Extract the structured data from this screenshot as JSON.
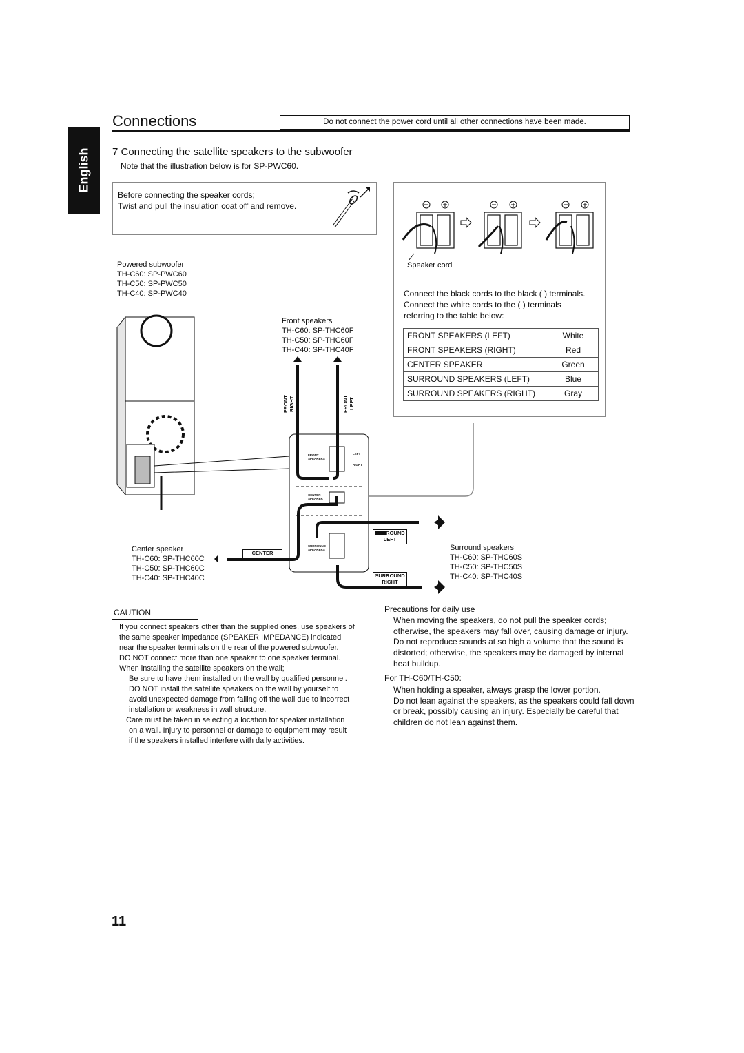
{
  "language_tab": "English",
  "header": {
    "title": "Connections",
    "notice": "Do not connect the power cord until all other connections have been made."
  },
  "section": {
    "heading": "7  Connecting the satellite speakers to the subwoofer",
    "note": "Note that the illustration below is for SP-PWC60."
  },
  "prep_box": {
    "line1": "Before connecting the speaker cords;",
    "line2": "Twist and pull the insulation coat off and remove."
  },
  "terminal_box": {
    "speaker_cord_label": "Speaker cord",
    "instr1": "Connect the black cords to the black ( ) terminals.",
    "instr2": "Connect the white cords to the  ( ) terminals",
    "instr3": "referring to the table below:",
    "table": [
      {
        "speaker": "FRONT SPEAKERS (LEFT)",
        "color": "White"
      },
      {
        "speaker": "FRONT SPEAKERS (RIGHT)",
        "color": "Red"
      },
      {
        "speaker": "CENTER SPEAKER",
        "color": "Green"
      },
      {
        "speaker": "SURROUND SPEAKERS (LEFT)",
        "color": "Blue"
      },
      {
        "speaker": "SURROUND SPEAKERS (RIGHT)",
        "color": "Gray"
      }
    ]
  },
  "subwoofer_label": [
    "Powered subwoofer",
    "TH-C60: SP-PWC60",
    "TH-C50: SP-PWC50",
    "TH-C40: SP-PWC40"
  ],
  "front_label": [
    "Front speakers",
    "TH-C60: SP-THC60F",
    "TH-C50: SP-THC60F",
    "TH-C40: SP-THC40F"
  ],
  "center_label": [
    "Center speaker",
    "TH-C60: SP-THC60C",
    "TH-C50: SP-THC60C",
    "TH-C40: SP-THC40C"
  ],
  "surround_label": [
    "Surround speakers",
    "TH-C60: SP-THC60S",
    "TH-C50: SP-THC50S",
    "TH-C40: SP-THC40S"
  ],
  "diagram": {
    "front_right": "FRONT RIGHT",
    "front_left": "FRONT LEFT",
    "center": "CENTER",
    "surround_left": "SURROUND LEFT",
    "surround_right": "SURROUND RIGHT",
    "panel_front": "FRONT SPEAKERS",
    "panel_center": "CENTER SPEAKER",
    "panel_surround": "SURROUND SPEAKERS",
    "panel_left": "LEFT",
    "panel_right": "RIGHT"
  },
  "caution": {
    "heading": "CAUTION",
    "lines": [
      "If you connect speakers other than the supplied ones, use speakers of",
      "the same speaker impedance (SPEAKER IMPEDANCE) indicated",
      "near the speaker terminals on the rear of the powered subwoofer.",
      "DO NOT connect more than one speaker to one speaker terminal.",
      "When installing the satellite speakers on the wall;",
      "Be sure to have them installed on the wall by qualified personnel.",
      "DO NOT install the satellite speakers on the wall by yourself to",
      "avoid unexpected damage from falling off the wall due to incorrect",
      "installation or weakness in wall structure.",
      "Care must be taken in selecting a location for speaker installation",
      "on a wall. Injury to personnel or damage to equipment may result",
      "if the speakers installed interfere with daily activities."
    ]
  },
  "precautions": {
    "heading": "Precautions for daily use",
    "lines": [
      "When moving the speakers, do not pull the speaker cords;",
      "otherwise, the speakers may fall over, causing damage or injury.",
      "Do not reproduce sounds at so high a volume that the sound is",
      "distorted; otherwise, the speakers may be damaged by internal",
      "heat buildup."
    ],
    "sub_heading": "For TH-C60/TH-C50:",
    "sub_lines": [
      "When holding a speaker, always grasp the lower portion.",
      "Do not lean against the speakers, as the speakers could fall down",
      "or break, possibly causing an injury. Especially be careful that",
      "children do not lean against them."
    ]
  },
  "page_number": "11"
}
